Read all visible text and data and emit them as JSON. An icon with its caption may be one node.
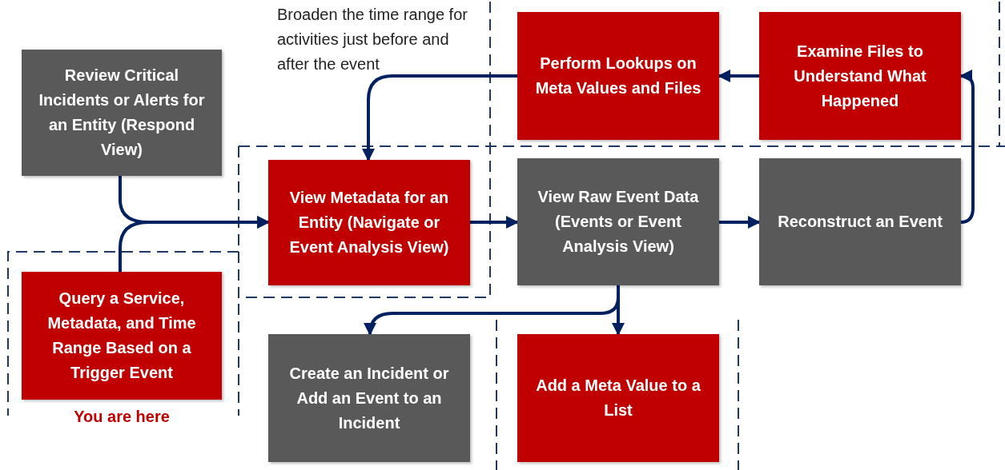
{
  "diagram": {
    "nodes": [
      {
        "text": [
          "Review Critical Incidents or Alerts for an Entity (Respond View)"
        ]
      },
      {
        "text": [
          "Query a Service, Metadata, and Time Range Based on a Trigger Event"
        ],
        "beside": [
          "You are here"
        ]
      },
      {
        "text": [
          "View Metadata for an Entity (Navigate or Event Analysis View)"
        ]
      },
      {
        "text": [
          "View Raw Event Data (Events or Event Analysis View)"
        ]
      },
      {
        "text": [
          "Reconstruct an Event"
        ]
      },
      {
        "text": [
          "Examine Files to Understand What Happened"
        ]
      },
      {
        "text": [
          "Perform Lookups on Meta Values and Files"
        ]
      },
      {
        "text": [
          "Create an Incident or Add an Event to an Incident"
        ]
      },
      {
        "text": [
          "Add a Meta Value to a List"
        ]
      }
    ],
    "edges": [
      {
        "from": 0,
        "to": 2,
        "arrow": "to"
      },
      {
        "from": 1,
        "to": 2,
        "arrow": "to"
      },
      {
        "from": 2,
        "to": 3,
        "arrow": "to"
      },
      {
        "from": 3,
        "to": 4,
        "arrow": "to"
      },
      {
        "from": 4,
        "to": 5,
        "arrow": "to"
      },
      {
        "from": 5,
        "to": 6,
        "arrow": "to"
      },
      {
        "from": 6,
        "to": 2,
        "arrow": "to"
      },
      {
        "from": 3,
        "to": 7,
        "arrow": "to"
      },
      {
        "from": 3,
        "to": 8,
        "arrow": "to"
      }
    ],
    "labels": [
      "Broaden the time range for activities just before and after the event"
    ]
  }
}
